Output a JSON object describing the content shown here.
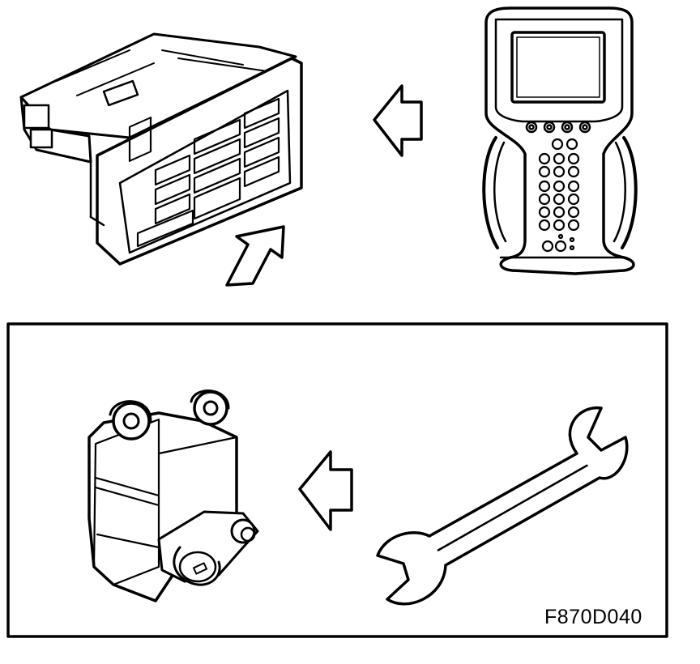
{
  "figure": {
    "id_label": "F870D040",
    "line_color": "#000000",
    "background": "#ffffff"
  },
  "top_section": {
    "items": [
      "climate-control-panel",
      "diagnostic-scan-tool"
    ],
    "arrows": [
      "left-arrow-icon",
      "up-left-arrow-icon"
    ]
  },
  "bottom_section": {
    "items": [
      "damper-actuator-motor",
      "open-end-wrench"
    ],
    "arrows": [
      "left-arrow-icon"
    ]
  }
}
